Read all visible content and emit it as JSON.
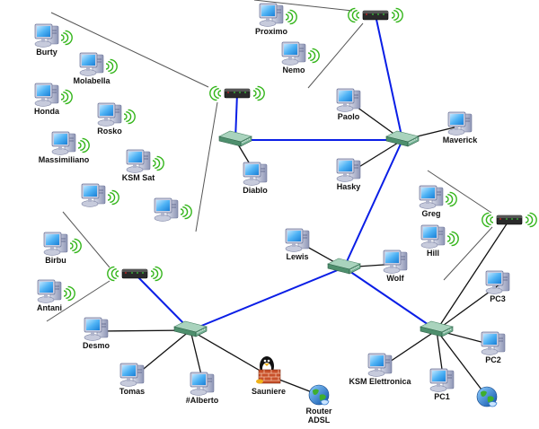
{
  "diagram": {
    "title": "Network topology",
    "colors": {
      "backbone": "#0a1ee6",
      "wired": "#111111",
      "wireless_link": "#555555",
      "wifi_waves": "#33b51a",
      "screen": "#4fb3f5",
      "switch": "#6fae8f"
    },
    "access_points": [
      {
        "id": "ap-top",
        "name": "access-point-top"
      },
      {
        "id": "ap-mid",
        "name": "access-point-middle"
      },
      {
        "id": "ap-left",
        "name": "access-point-left"
      },
      {
        "id": "ap-right",
        "name": "access-point-right"
      }
    ],
    "switches": [
      {
        "id": "sw-diablo",
        "name": "switch-diablo"
      },
      {
        "id": "sw-paolo",
        "name": "switch-paolo"
      },
      {
        "id": "sw-center",
        "name": "switch-center"
      },
      {
        "id": "sw-desmo",
        "name": "switch-desmo"
      },
      {
        "id": "sw-pc",
        "name": "switch-pc"
      }
    ],
    "nodes": [
      {
        "id": "burty",
        "type": "wireless-pc",
        "label": "Burty"
      },
      {
        "id": "molabella",
        "type": "wireless-pc",
        "label": "Molabella"
      },
      {
        "id": "honda",
        "type": "wireless-pc",
        "label": "Honda"
      },
      {
        "id": "rosko",
        "type": "wireless-pc",
        "label": "Rosko"
      },
      {
        "id": "massimiliano",
        "type": "wireless-pc",
        "label": "Massimiliano"
      },
      {
        "id": "ksmsat",
        "type": "wireless-pc",
        "label": "KSM Sat"
      },
      {
        "id": "unnamed1",
        "type": "wireless-pc",
        "label": ""
      },
      {
        "id": "unnamed2",
        "type": "wireless-pc",
        "label": ""
      },
      {
        "id": "proximo",
        "type": "wireless-pc",
        "label": "Proximo"
      },
      {
        "id": "nemo",
        "type": "wireless-pc",
        "label": "Nemo"
      },
      {
        "id": "paolo",
        "type": "pc",
        "label": "Paolo"
      },
      {
        "id": "maverick",
        "type": "pc",
        "label": "Maverick"
      },
      {
        "id": "hasky",
        "type": "pc",
        "label": "Hasky"
      },
      {
        "id": "diablo",
        "type": "pc",
        "label": "Diablo"
      },
      {
        "id": "greg",
        "type": "wireless-pc",
        "label": "Greg"
      },
      {
        "id": "hill",
        "type": "wireless-pc",
        "label": "Hill"
      },
      {
        "id": "lewis",
        "type": "pc",
        "label": "Lewis"
      },
      {
        "id": "wolf",
        "type": "pc",
        "label": "Wolf"
      },
      {
        "id": "birbu",
        "type": "wireless-pc",
        "label": "Birbu"
      },
      {
        "id": "antani",
        "type": "wireless-pc",
        "label": "Antani"
      },
      {
        "id": "desmo",
        "type": "pc",
        "label": "Desmo"
      },
      {
        "id": "tomas",
        "type": "pc",
        "label": "Tomas"
      },
      {
        "id": "alberto",
        "type": "pc",
        "label": "#Alberto"
      },
      {
        "id": "sauniere",
        "type": "firewall",
        "label": "Sauniere"
      },
      {
        "id": "router",
        "type": "internet",
        "label": "Router\nADSL"
      },
      {
        "id": "pc3",
        "type": "pc",
        "label": "PC3"
      },
      {
        "id": "pc2",
        "type": "pc",
        "label": "PC2"
      },
      {
        "id": "pc1",
        "type": "pc",
        "label": "PC1"
      },
      {
        "id": "ksmel",
        "type": "pc",
        "label": "KSM Elettronica"
      },
      {
        "id": "internet2",
        "type": "internet",
        "label": ""
      }
    ],
    "links": [
      {
        "from": "ap-top",
        "to": "sw-paolo",
        "kind": "backbone"
      },
      {
        "from": "ap-mid",
        "to": "sw-diablo",
        "kind": "backbone"
      },
      {
        "from": "sw-diablo",
        "to": "sw-paolo",
        "kind": "backbone"
      },
      {
        "from": "sw-paolo",
        "to": "sw-center",
        "kind": "backbone"
      },
      {
        "from": "sw-center",
        "to": "sw-desmo",
        "kind": "backbone"
      },
      {
        "from": "sw-center",
        "to": "sw-pc",
        "kind": "backbone"
      },
      {
        "from": "ap-left",
        "to": "sw-desmo",
        "kind": "backbone"
      },
      {
        "from": "sw-diablo",
        "to": "diablo",
        "kind": "wired"
      },
      {
        "from": "sw-paolo",
        "to": "paolo",
        "kind": "wired"
      },
      {
        "from": "sw-paolo",
        "to": "maverick",
        "kind": "wired"
      },
      {
        "from": "sw-paolo",
        "to": "hasky",
        "kind": "wired"
      },
      {
        "from": "sw-center",
        "to": "lewis",
        "kind": "wired"
      },
      {
        "from": "sw-center",
        "to": "wolf",
        "kind": "wired"
      },
      {
        "from": "sw-desmo",
        "to": "desmo",
        "kind": "wired"
      },
      {
        "from": "sw-desmo",
        "to": "tomas",
        "kind": "wired"
      },
      {
        "from": "sw-desmo",
        "to": "alberto",
        "kind": "wired"
      },
      {
        "from": "sw-desmo",
        "to": "sauniere",
        "kind": "wired"
      },
      {
        "from": "sauniere",
        "to": "router",
        "kind": "wired"
      },
      {
        "from": "sw-pc",
        "to": "ap-right",
        "kind": "wired"
      },
      {
        "from": "sw-pc",
        "to": "pc3",
        "kind": "wired"
      },
      {
        "from": "sw-pc",
        "to": "pc2",
        "kind": "wired"
      },
      {
        "from": "sw-pc",
        "to": "pc1",
        "kind": "wired"
      },
      {
        "from": "sw-pc",
        "to": "ksmel",
        "kind": "wired"
      },
      {
        "from": "sw-pc",
        "to": "internet2",
        "kind": "wired"
      }
    ]
  }
}
